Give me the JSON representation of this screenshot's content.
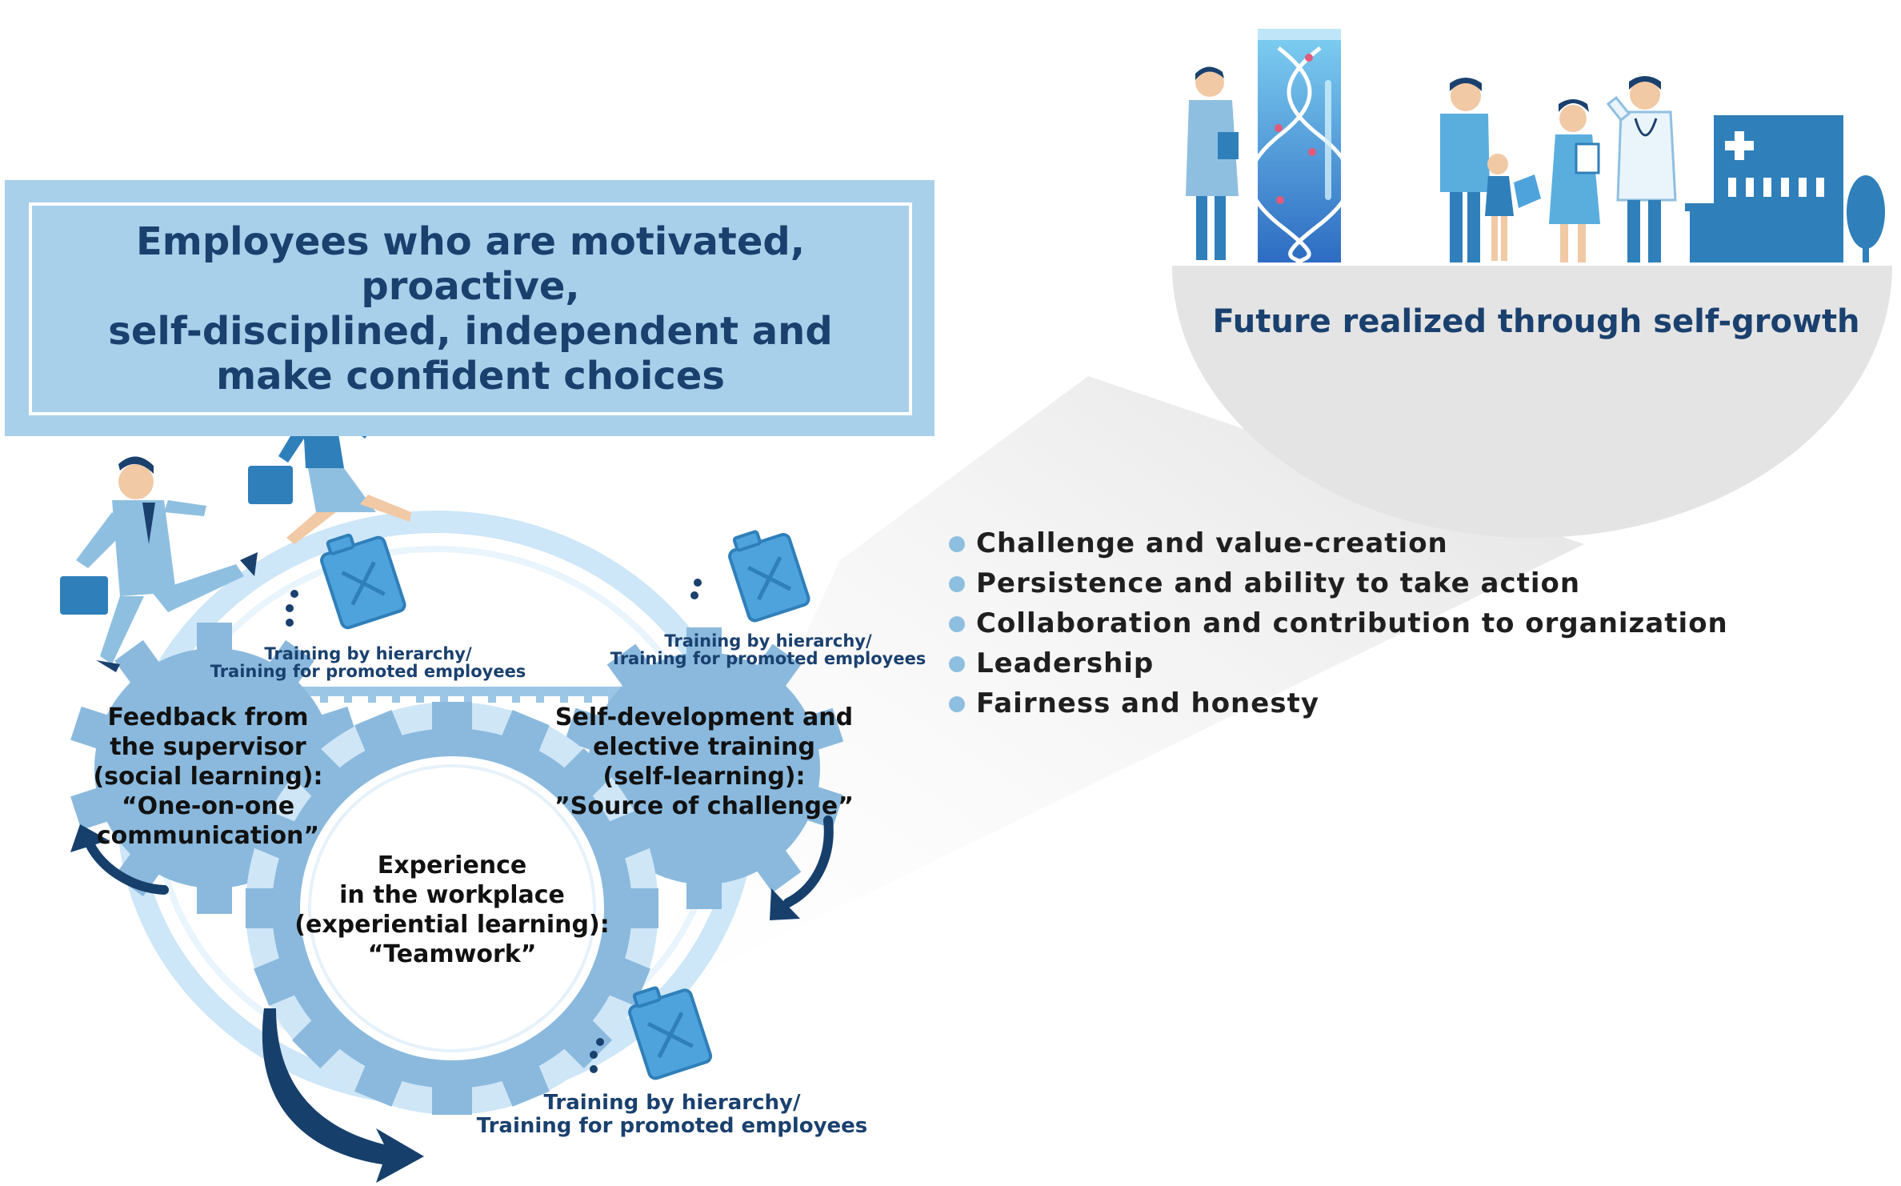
{
  "colors": {
    "navy": "#1a406e",
    "light_blue": "#a9d0ea",
    "gear_blue": "#8ab9dd",
    "ring_blue": "#cde6f8",
    "dark_arrow": "#163f6c",
    "gray_disc": "#e4e4e4"
  },
  "headline": "Employees who are motivated, proactive,\nself-disciplined, independent and\nmake confident choices",
  "future": "Future realized through self-growth",
  "values": [
    "Challenge and value-creation",
    "Persistence and ability to take action",
    "Collaboration and contribution to organization",
    "Leadership",
    "Fairness and honesty"
  ],
  "gears": {
    "left": "Feedback from\nthe supervisor\n(social learning):\n“One-on-one communication”",
    "right": "Self-development and\nelective training\n(self-learning):\n”Source of challenge”",
    "center": "Experience\nin the workplace\n(experiential learning):\n“Teamwork”"
  },
  "trainings": {
    "left": "Training by hierarchy/\nTraining for promoted employees",
    "right": "Training by hierarchy/\nTraining for promoted employees",
    "bottom": "Training by hierarchy/\nTraining for promoted employees"
  },
  "icons": [
    "businessman-running-icon",
    "businesswoman-running-icon",
    "fuel-can-icon",
    "researcher-icon",
    "dna-icon",
    "family-icon",
    "nurse-icon",
    "doctor-icon",
    "hospital-icon",
    "tree-icon"
  ]
}
